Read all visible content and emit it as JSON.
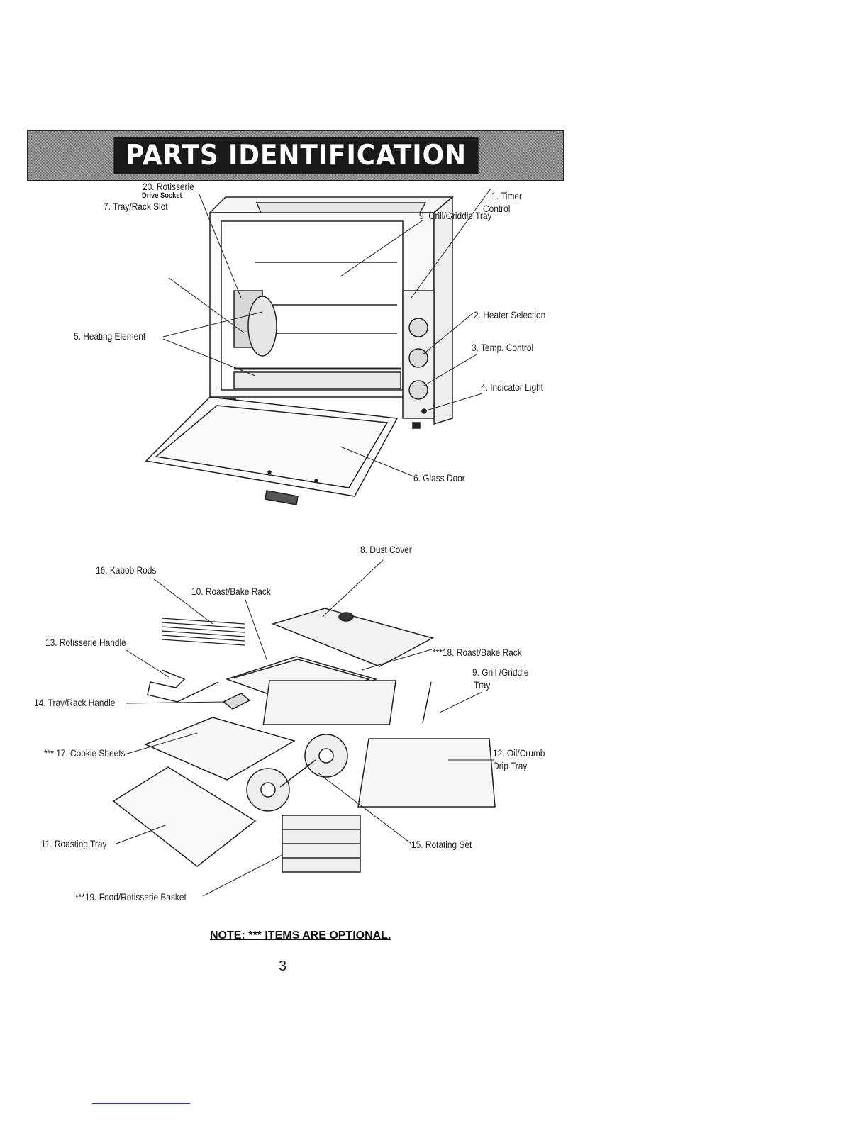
{
  "banner": {
    "title": "PARTS IDENTIFICATION"
  },
  "oven_labels": {
    "grill_tray": "9. Grill/Griddle Tray",
    "rotisserie_drive_1": "20. Rotisserie",
    "rotisserie_drive_2": "Drive Socket",
    "timer_1": "1. Timer",
    "timer_2": "Control",
    "tray_rack_slot": "7. Tray/Rack Slot",
    "heater_selection": "2. Heater Selection",
    "heating_element": "5. Heating Element",
    "temp_control": "3. Temp. Control",
    "indicator_light": "4. Indicator Light",
    "glass_door": "6. Glass Door"
  },
  "accessory_labels": {
    "dust_cover": "8. Dust Cover",
    "kabob_rods": "16. Kabob Rods",
    "roast_bake_rack": "10. Roast/Bake Rack",
    "rotisserie_handle": "13. Rotisserie Handle",
    "roast_bake_rack_optional": "***18. Roast/Bake Rack",
    "grill_griddle_1": "9. Grill /Griddle",
    "grill_griddle_2": "Tray",
    "tray_rack_handle": "14. Tray/Rack Handle",
    "cookie_sheets": "*** 17. Cookie Sheets",
    "oil_crumb_1": "12. Oil/Crumb",
    "oil_crumb_2": "Drip Tray",
    "roasting_tray": "11. Roasting Tray",
    "rotating_set": "15. Rotating Set",
    "food_basket": "***19. Food/Rotisserie Basket"
  },
  "note": "NOTE: *** ITEMS ARE OPTIONAL.",
  "page_number": "3"
}
